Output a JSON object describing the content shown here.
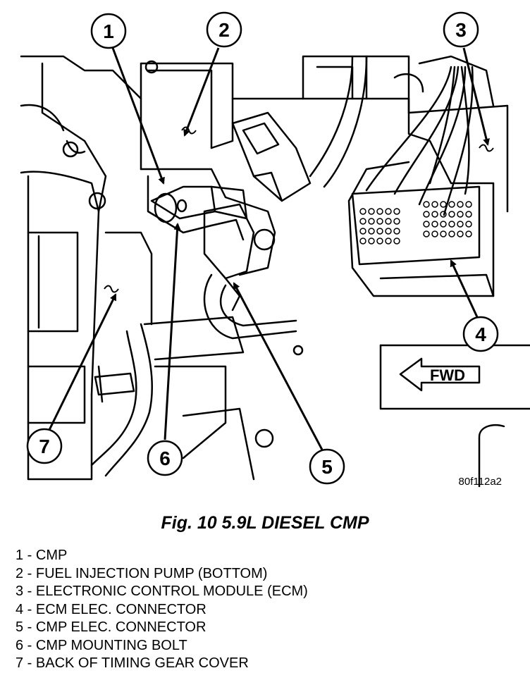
{
  "figure": {
    "caption": "Fig. 10 5.9L DIESEL CMP",
    "image_code": "80f112a2",
    "fwd_label": "FWD",
    "callouts": [
      {
        "number": "1"
      },
      {
        "number": "2"
      },
      {
        "number": "3"
      },
      {
        "number": "4"
      },
      {
        "number": "5"
      },
      {
        "number": "6"
      },
      {
        "number": "7"
      }
    ]
  },
  "legend": [
    {
      "text": "1 - CMP"
    },
    {
      "text": "2 - FUEL INJECTION PUMP (BOTTOM)"
    },
    {
      "text": "3 - ELECTRONIC CONTROL MODULE (ECM)"
    },
    {
      "text": "4 - ECM ELEC. CONNECTOR"
    },
    {
      "text": "5 - CMP ELEC. CONNECTOR"
    },
    {
      "text": "6 - CMP MOUNTING BOLT"
    },
    {
      "text": "7 - BACK OF TIMING GEAR COVER"
    }
  ]
}
